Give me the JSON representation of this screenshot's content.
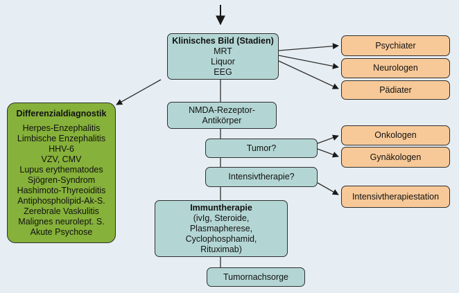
{
  "nodes": {
    "klinisches_bild": {
      "title": "Klinisches Bild (Stadien)",
      "lines": [
        "MRT",
        "Liquor",
        "EEG"
      ]
    },
    "nmda": {
      "lines": [
        "NMDA-Rezeptor-",
        "Antikörper"
      ]
    },
    "tumor": {
      "label": "Tumor?"
    },
    "intensivtherapie": {
      "label": "Intensivtherapie?"
    },
    "immuntherapie": {
      "title": "Immuntherapie",
      "lines": [
        "(ivIg, Steroide,",
        "Plasmapherese,",
        "Cyclophosphamid,",
        "Rituximab)"
      ]
    },
    "tumornachsorge": {
      "label": "Tumornachsorge"
    },
    "differenzialdiagnostik": {
      "title": "Differenzialdiagnostik",
      "lines": [
        "Herpes-Enzephalitis",
        "Limbische Enzephalitis",
        "HHV-6",
        "VZV, CMV",
        "Lupus erythematodes",
        "Sjögren-Syndrom",
        "Hashimoto-Thyreoiditis",
        "Antiphospholipid-Ak-S.",
        "Zerebrale Vaskulitis",
        "Malignes neurolept. S.",
        "Akute Psychose"
      ]
    },
    "psychiater": {
      "label": "Psychiater"
    },
    "neurologen": {
      "label": "Neurologen"
    },
    "paediater": {
      "label": "Pädiater"
    },
    "onkologen": {
      "label": "Onkologen"
    },
    "gynaekologen": {
      "label": "Gynäkologen"
    },
    "intensivtherapiestation": {
      "label": "Intensivtherapiestation"
    }
  },
  "colors": {
    "background": "#e7eef3",
    "teal": "#b3d6d4",
    "orange": "#f8c998",
    "green": "#86b13a",
    "line": "#2e2e2e"
  }
}
